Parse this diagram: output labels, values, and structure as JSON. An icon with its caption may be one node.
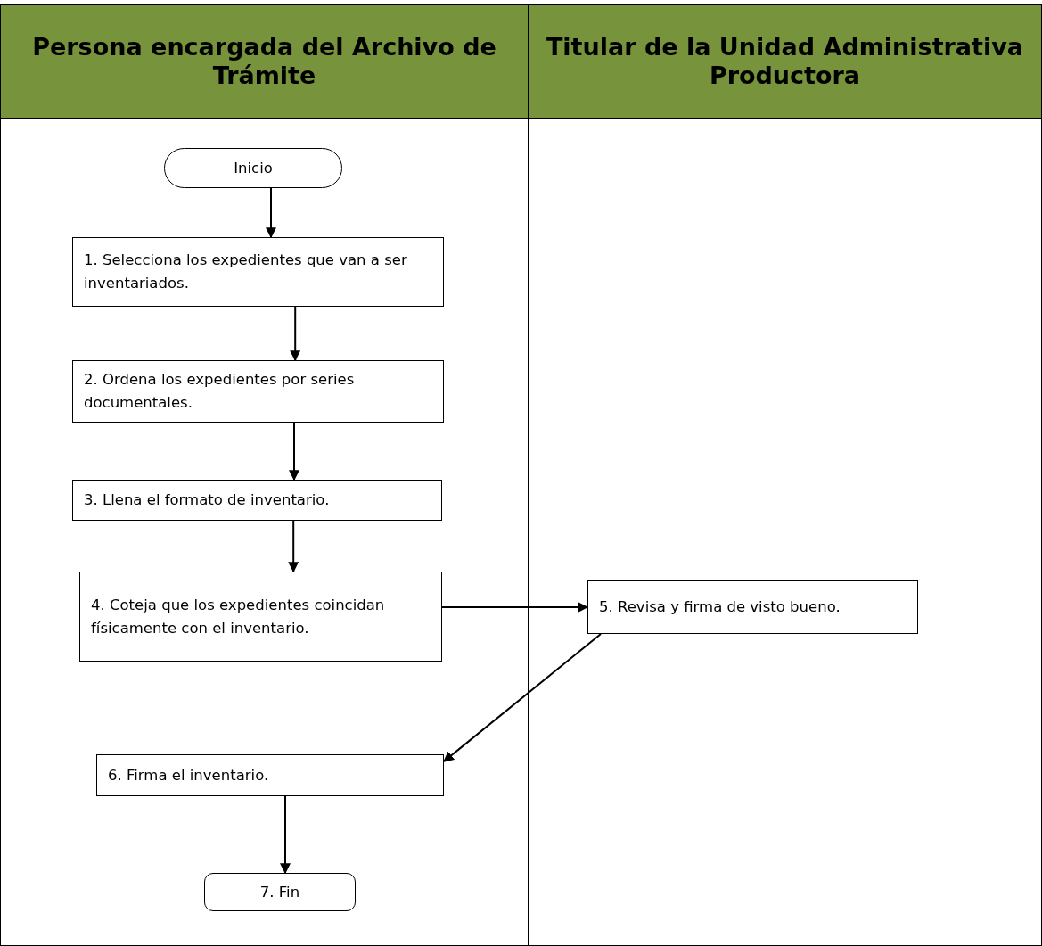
{
  "diagram": {
    "nodes": [
      {
        "text": [
          "Persona encargada del Archivo de Trámite"
        ]
      },
      {
        "text": [
          "Titular de la Unidad Administrativa Productora"
        ]
      },
      {
        "text": [
          "Inicio"
        ],
        "in": 0
      },
      {
        "text": [
          "1. Selecciona los expedientes que van a ser inventariados."
        ],
        "in": 0
      },
      {
        "text": [
          "2. Ordena los expedientes por series documentales."
        ],
        "in": 0
      },
      {
        "text": [
          "3. Llena el formato de inventario."
        ],
        "in": 0
      },
      {
        "text": [
          "4. Coteja que los expedientes coincidan físicamente con el inventario."
        ],
        "in": 0
      },
      {
        "text": [
          "5. Revisa y firma de visto bueno."
        ],
        "in": 1
      },
      {
        "text": [
          "6. Firma el inventario."
        ],
        "in": 0
      },
      {
        "text": [
          "7. Fin"
        ],
        "in": 0
      }
    ],
    "edges": [
      {
        "from": 2,
        "to": 3,
        "arrow": "to"
      },
      {
        "from": 3,
        "to": 4,
        "arrow": "to"
      },
      {
        "from": 4,
        "to": 5,
        "arrow": "to"
      },
      {
        "from": 5,
        "to": 6,
        "arrow": "to"
      },
      {
        "from": 6,
        "to": 7,
        "arrow": "to"
      },
      {
        "from": 7,
        "to": 8,
        "arrow": "to"
      },
      {
        "from": 8,
        "to": 9,
        "arrow": "to"
      }
    ]
  }
}
